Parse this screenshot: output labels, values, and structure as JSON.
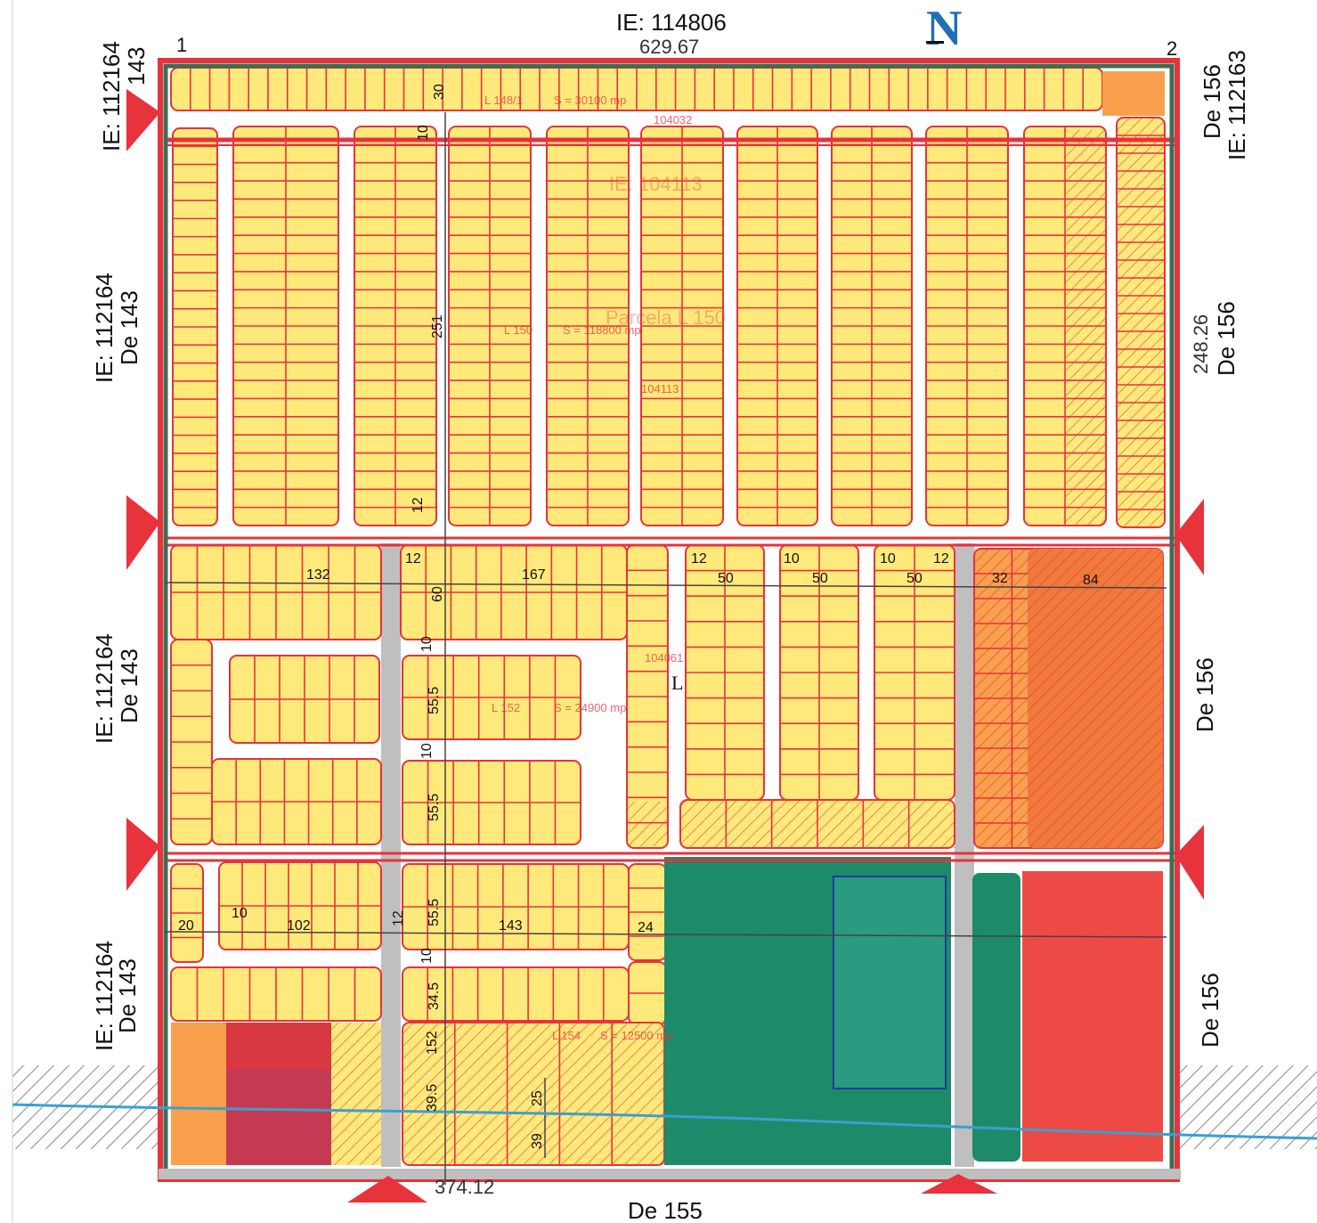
{
  "colors": {
    "lot": "#ffe97a",
    "lot_border": "#e8323c",
    "orange": "#f8a04d",
    "red_zone": "#ee4a45",
    "green": "#1d8a6a",
    "teal": "#2a9a80",
    "road": "#bfbfbf",
    "boundary": "#3e6c54",
    "river": "#3aa0d0"
  },
  "north": "N",
  "top": {
    "ie": "IE: 114806",
    "length": "629.67",
    "corner_left": "1",
    "corner_right": "2"
  },
  "bottom": {
    "neighbor": "De 155",
    "length": "374.12"
  },
  "left": [
    {
      "ie": "IE: 112164",
      "de": "143"
    },
    {
      "ie": "IE: 112164",
      "de": "De 143"
    },
    {
      "ie": "IE: 112164",
      "de": "De 143"
    },
    {
      "ie": "IE: 112164",
      "de": "De 143"
    }
  ],
  "right": [
    {
      "de": "De 156",
      "ie": "IE: 112163"
    },
    {
      "de": "De 156",
      "length": "248.26"
    },
    {
      "de": "De 156"
    },
    {
      "de": "De 156"
    }
  ],
  "dimensions": {
    "d30": "30",
    "d10a": "10",
    "d251": "251",
    "d12a": "12",
    "d132": "132",
    "d12b": "12",
    "d167": "167",
    "d12c": "12",
    "d50a": "50",
    "d10b": "10",
    "d50b": "50",
    "d10c": "10",
    "d12d": "12",
    "d50c": "50",
    "d32": "32",
    "d84": "84",
    "d60": "60",
    "d10d": "10",
    "d55a": "55.5",
    "d10e": "10",
    "d55b": "55.5",
    "d20": "20",
    "d10f": "10",
    "d102": "102",
    "d12e": "12",
    "d55c": "55.5",
    "d143": "143",
    "d24": "24",
    "d10g": "10",
    "d345": "34.5",
    "d152": "152",
    "d395": "39.5",
    "d25": "25",
    "d39b": "39"
  },
  "faint_labels": {
    "l1481": "L 148/1",
    "s1": "S = 30100 mp",
    "ie104032": "104032",
    "ie104113": "IE: 104113",
    "parcela": "Parcela L 150",
    "l150": "L 150",
    "s2": "S = 118800 mp",
    "n104113": "104113",
    "l152": "L 152",
    "s3": "S = 24900 mp",
    "n104061": "104061",
    "l154": "L 154",
    "s4": "S = 12500 mp",
    "bigL": "L"
  }
}
